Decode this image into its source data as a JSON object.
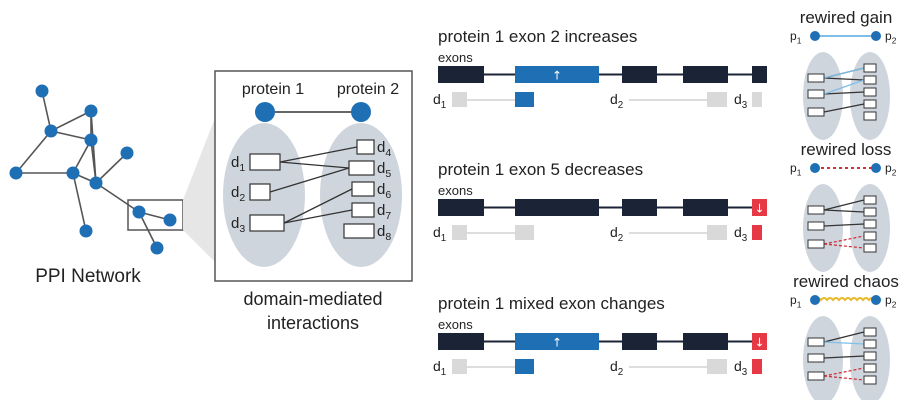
{
  "ppi": {
    "label": "PPI Network",
    "colors": {
      "node": "#1f6fb5",
      "edge": "#555555"
    }
  },
  "inset": {
    "caption_line1": "domain-mediated",
    "caption_line2": "interactions",
    "protein1_label": "protein 1",
    "protein2_label": "protein 2",
    "domains_left": [
      {
        "letter": "d",
        "sub": "1"
      },
      {
        "letter": "d",
        "sub": "2"
      },
      {
        "letter": "d",
        "sub": "3"
      }
    ],
    "domains_right": [
      {
        "letter": "d",
        "sub": "4"
      },
      {
        "letter": "d",
        "sub": "5"
      },
      {
        "letter": "d",
        "sub": "6"
      },
      {
        "letter": "d",
        "sub": "7"
      },
      {
        "letter": "d",
        "sub": "8"
      }
    ]
  },
  "exon_panels": [
    {
      "title": "protein 1 exon 2 increases",
      "exons_label": "exons",
      "exon_states": [
        "dark",
        "up",
        "dark",
        "dark",
        "dark"
      ],
      "domain_labels": [
        {
          "letter": "d",
          "sub": "1"
        },
        {
          "letter": "d",
          "sub": "2"
        },
        {
          "letter": "d",
          "sub": "3"
        }
      ],
      "domain_states": [
        "gray",
        "blue",
        "gray",
        "gray",
        "gray"
      ]
    },
    {
      "title": "protein 1 exon 5 decreases",
      "exons_label": "exons",
      "exon_states": [
        "dark",
        "dark",
        "dark",
        "dark",
        "down"
      ],
      "domain_labels": [
        {
          "letter": "d",
          "sub": "1"
        },
        {
          "letter": "d",
          "sub": "2"
        },
        {
          "letter": "d",
          "sub": "3"
        }
      ],
      "domain_states": [
        "gray",
        "gray",
        "gray",
        "gray",
        "red"
      ]
    },
    {
      "title": "protein 1 mixed exon changes",
      "exons_label": "exons",
      "exon_states": [
        "dark",
        "up",
        "dark",
        "dark",
        "down"
      ],
      "domain_labels": [
        {
          "letter": "d",
          "sub": "1"
        },
        {
          "letter": "d",
          "sub": "2"
        },
        {
          "letter": "d",
          "sub": "3"
        }
      ],
      "domain_states": [
        "gray",
        "blue",
        "gray",
        "gray",
        "red"
      ]
    }
  ],
  "rewired": [
    {
      "title": "rewired gain",
      "p1": {
        "letter": "p",
        "sub": "1"
      },
      "p2": {
        "letter": "p",
        "sub": "2"
      },
      "link_style": "solid-blue"
    },
    {
      "title": "rewired loss",
      "p1": {
        "letter": "p",
        "sub": "1"
      },
      "p2": {
        "letter": "p",
        "sub": "2"
      },
      "link_style": "dashed-red"
    },
    {
      "title": "rewired chaos",
      "p1": {
        "letter": "p",
        "sub": "1"
      },
      "p2": {
        "letter": "p",
        "sub": "2"
      },
      "link_style": "wavy-yellow"
    }
  ],
  "colors": {
    "exon_dark": "#1b2336",
    "exon_up": "#1f6fb5",
    "exon_down": "#e63946",
    "domain_gray": "#d9d9d9",
    "ellipse": "#cfd5dc",
    "line": "#333333",
    "link_blue": "#7fbfe8",
    "link_red": "#d0303a",
    "link_yellow": "#e8b92a",
    "arrow_glyph": "#ffffff"
  },
  "icons": {
    "up": "up-arrow-icon",
    "down": "down-arrow-icon"
  },
  "glyphs": {
    "up": "↑",
    "down": "↓"
  }
}
